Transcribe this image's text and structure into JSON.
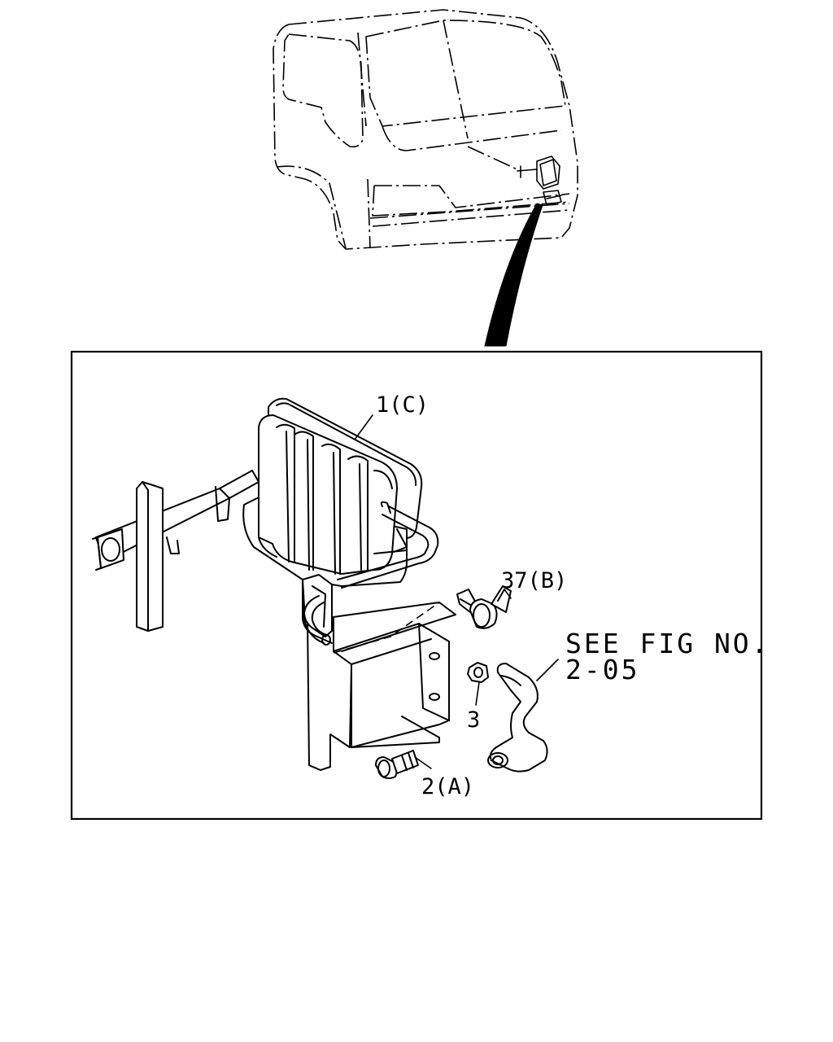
{
  "callouts": {
    "part_1": "1(C)",
    "part_37": "37(B)",
    "part_3": "3",
    "part_2": "2(A)"
  },
  "reference": {
    "line1": "SEE FIG NO.",
    "line2": "2-05"
  }
}
